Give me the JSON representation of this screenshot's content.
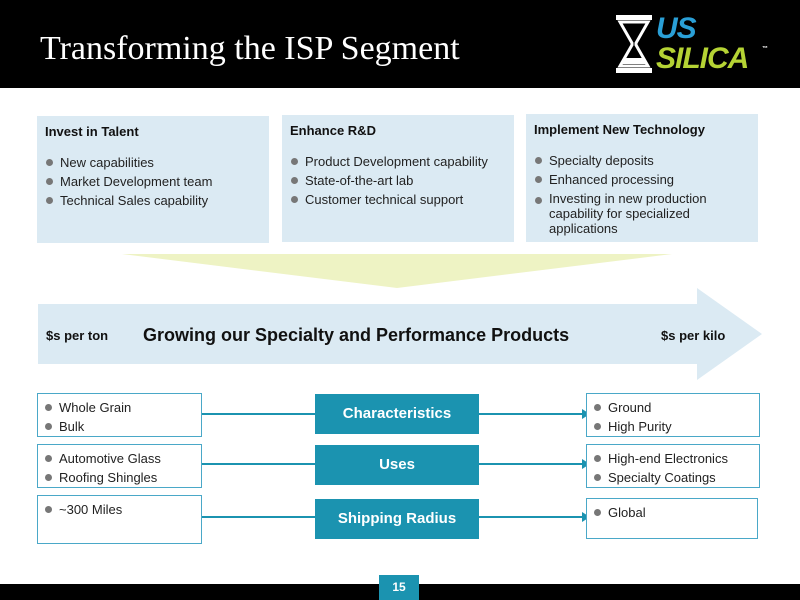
{
  "title": "Transforming the ISP Segment",
  "logo": {
    "line1": "US",
    "line2": "SILICA",
    "tm": "™"
  },
  "top_boxes": [
    {
      "heading": "Invest in Talent",
      "items": [
        "New capabilities",
        "Market Development team",
        "Technical Sales capability"
      ]
    },
    {
      "heading": "Enhance R&D",
      "items": [
        "Product Development capability",
        "State-of-the-art lab",
        "Customer technical support"
      ]
    },
    {
      "heading": "Implement New Technology",
      "items": [
        "Specialty deposits",
        "Enhanced processing",
        "Investing in new production capability for specialized applications"
      ]
    }
  ],
  "arrow": {
    "left": "$s per ton",
    "center": "Growing our Specialty and Performance Products",
    "right": "$s per kilo"
  },
  "rows": [
    {
      "left": [
        "Whole Grain",
        "Bulk"
      ],
      "label": "Characteristics",
      "right": [
        "Ground",
        "High Purity"
      ]
    },
    {
      "left": [
        "Automotive Glass",
        "Roofing Shingles"
      ],
      "label": "Uses",
      "right": [
        "High-end Electronics",
        "Specialty Coatings"
      ]
    },
    {
      "left": [
        "~300 Miles"
      ],
      "label": "Shipping Radius",
      "right": [
        "Global"
      ]
    }
  ],
  "page_number": "15",
  "colors": {
    "header_bg": "#000000",
    "box_fill": "#dbeaf3",
    "accent_teal": "#1b93b0",
    "funnel": "#eef3c4",
    "logo_blue": "#2a9fd6",
    "logo_green": "#b5d334"
  }
}
